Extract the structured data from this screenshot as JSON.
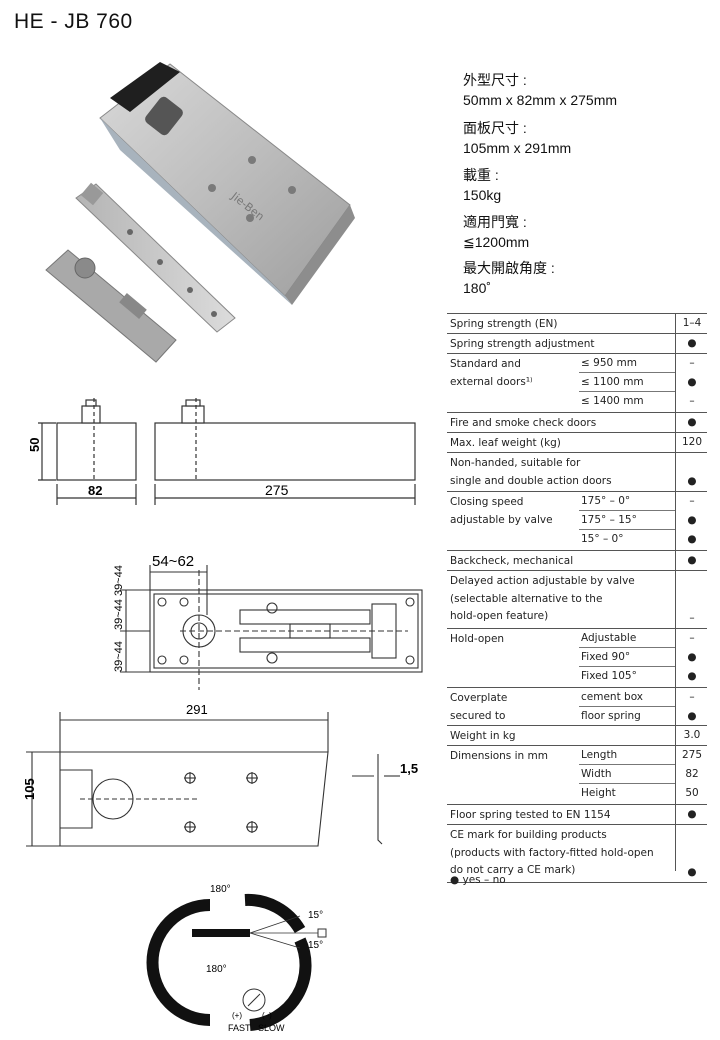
{
  "title": "HE - JB 760",
  "specs": [
    {
      "label": "外型尺寸 :",
      "value": "50mm x 82mm x 275mm"
    },
    {
      "label": "面板尺寸 :",
      "value": "105mm x 291mm"
    },
    {
      "label": "載重 :",
      "value": "150kg"
    },
    {
      "label": "適用門寬 :",
      "value": "≦1200mm"
    },
    {
      "label": "最大開啟角度 :",
      "value": "180˚"
    }
  ],
  "product_brand_mark": "Jie-Ben",
  "table": {
    "rows": [
      {
        "label": "Spring strength (EN)",
        "values": [
          "1–4"
        ]
      },
      {
        "label": "Spring strength adjustment",
        "values": [
          "●"
        ]
      },
      {
        "label": "Standard and|external doors¹⁾",
        "subs": [
          "≤  950 mm",
          "≤ 1100 mm",
          "≤ 1400 mm"
        ],
        "values": [
          "–",
          "●",
          "–"
        ]
      },
      {
        "label": "Fire and smoke check doors",
        "values": [
          "●"
        ]
      },
      {
        "label": "Max. leaf weight (kg)",
        "values": [
          "120"
        ]
      },
      {
        "label": "Non-handed, suitable for|single and double action doors",
        "values": [
          "●"
        ]
      },
      {
        "label": "Closing speed|adjustable by valve",
        "subs": [
          "175° – 0°",
          "175° – 15°",
          "15° – 0°"
        ],
        "values": [
          "–",
          "●",
          "●"
        ]
      },
      {
        "label": "Backcheck, mechanical",
        "values": [
          "●"
        ]
      },
      {
        "label": "Delayed action adjustable by valve|(selectable alternative to the|hold-open feature)",
        "values": [
          "–"
        ]
      },
      {
        "label": "Hold-open",
        "subs": [
          "Adjustable",
          "Fixed 90°",
          "Fixed 105°"
        ],
        "values": [
          "–",
          "●",
          "●"
        ]
      },
      {
        "label": "Coverplate|secured to",
        "subs": [
          "cement box",
          "floor spring"
        ],
        "values": [
          "–",
          "●"
        ]
      },
      {
        "label": "Weight in kg",
        "values": [
          "3.0"
        ]
      },
      {
        "label": "Dimensions in mm",
        "subs": [
          "Length",
          "Width",
          "Height"
        ],
        "values": [
          "275",
          "82",
          "50"
        ]
      },
      {
        "label": "Floor spring tested to EN 1154",
        "values": [
          "●"
        ]
      },
      {
        "label": "CE mark for building products|(products with factory-fitted hold-open|do not carry a CE mark)",
        "values": [
          "●"
        ]
      }
    ],
    "legend": "● yes    – no"
  },
  "drawings": {
    "front_height": "50",
    "front_width": "82",
    "side_length": "275",
    "top_width": "54~62",
    "top_side": "39~44 39~44",
    "top_side2": "39~44",
    "plate_length": "291",
    "plate_height": "105",
    "plate_thickness": "1,5",
    "angle_180_top": "180°",
    "angle_180_bottom": "180°",
    "angle_15_a": "15°",
    "angle_15_b": "15°",
    "valve_plus": "(+)",
    "valve_minus": "(–)",
    "fast": "FAST",
    "slow": "SLOW"
  }
}
